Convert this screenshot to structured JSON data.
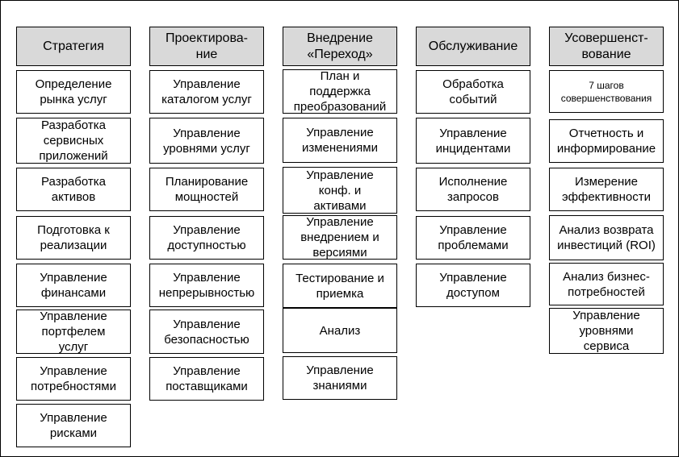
{
  "colors": {
    "header_bg": "#d9d9d9",
    "box_bg": "#ffffff",
    "border": "#000000"
  },
  "columns": [
    {
      "header": "Стратегия",
      "items": [
        "Определение\nрынка услуг",
        "Разработка\nсервисных\nприложений",
        "Разработка\nактивов",
        "Подготовка к\nреализации",
        "Управление\nфинансами",
        "Управление\nпортфелем\nуслуг",
        "Управление\nпотребностями",
        "Управление\nрисками"
      ]
    },
    {
      "header": "Проектирова-\nние",
      "items": [
        "Управление\nкаталогом услуг",
        "Управление\nуровнями услуг",
        "Планирование\nмощностей",
        "Управление\nдоступностью",
        "Управление\nнепрерывностью",
        "Управление\nбезопасностью",
        "Управление\nпоставщиками"
      ]
    },
    {
      "header": "Внедрение\n«Переход»",
      "items": [
        "План и\nподдержка\nпреобразований",
        "Управление\nизменениями",
        "Управление\nконф. и\nактивами",
        "Управление\nвнедрением и\nверсиями",
        "Тестирование и\nприемка",
        "Анализ",
        "Управление\nзнаниями"
      ]
    },
    {
      "header": "Обслуживание",
      "items": [
        "Обработка\nсобытий",
        "Управление\nинцидентами",
        "Исполнение\nзапросов",
        "Управление\nпроблемами",
        "Управление\nдоступом"
      ]
    },
    {
      "header": "Усовершенст-\nвование",
      "items": [
        "7 шагов\nсовершенствования",
        "Отчетность и\nинформирование",
        "Измерение\nэффективности",
        "Анализ возврата\nинвестиций (ROI)",
        "Анализ бизнес-\nпотребностей",
        "Управление\nуровнями\nсервиса"
      ]
    }
  ]
}
